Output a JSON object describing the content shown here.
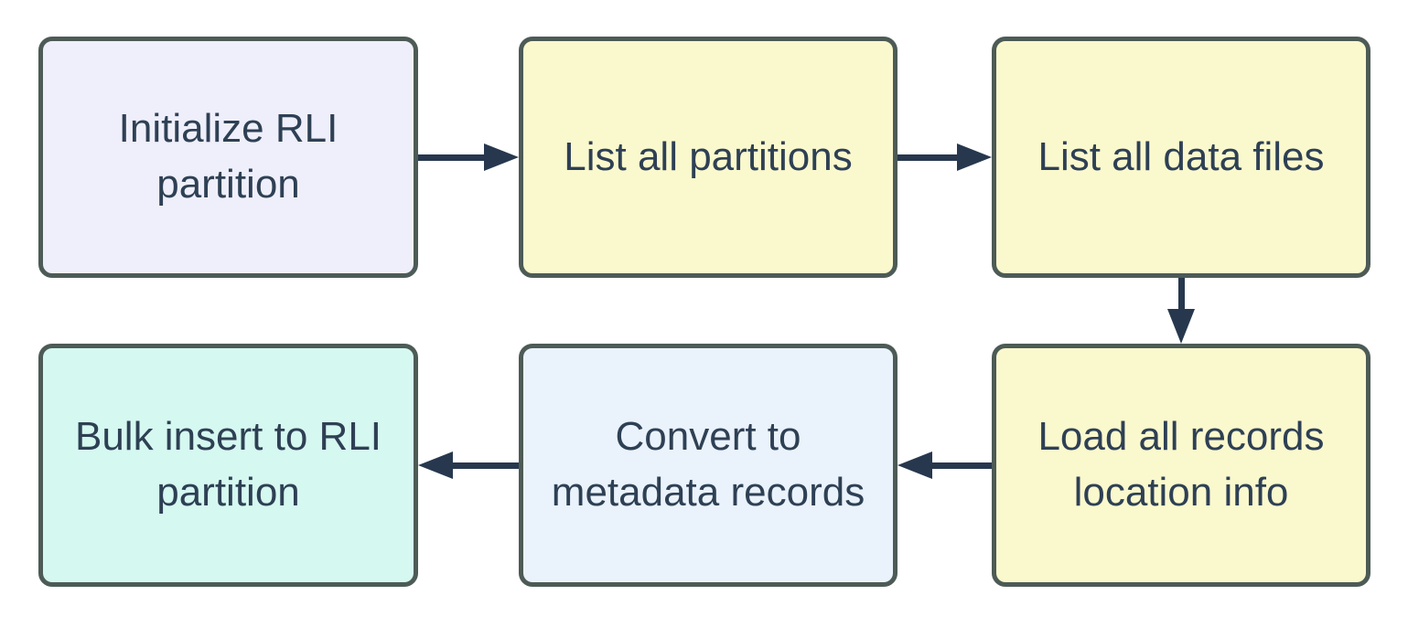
{
  "diagram": {
    "type": "flowchart",
    "colors": {
      "border": "#4D5B56",
      "arrow": "#27384E",
      "text": "#2E4054",
      "background": "#FFFFFF",
      "fill_lavender": "#EFEFFB",
      "fill_yellow": "#FAF8CD",
      "fill_blue": "#EAF2FB",
      "fill_mint": "#D5F8F0"
    },
    "nodes": [
      {
        "id": "initialize-rli-partition",
        "label": "Initialize RLI partition",
        "fill": "#EFEFFB"
      },
      {
        "id": "list-all-partitions",
        "label": "List all partitions",
        "fill": "#FAF8CD"
      },
      {
        "id": "list-all-data-files",
        "label": "List all data files",
        "fill": "#FAF8CD"
      },
      {
        "id": "load-all-records-location-info",
        "label": "Load all records location info",
        "fill": "#FAF8CD"
      },
      {
        "id": "convert-to-metadata-records",
        "label": "Convert to metadata records",
        "fill": "#EAF2FB"
      },
      {
        "id": "bulk-insert-to-rli-partition",
        "label": "Bulk insert to RLI partition",
        "fill": "#D5F8F0"
      }
    ],
    "edges": [
      {
        "from": "initialize-rli-partition",
        "to": "list-all-partitions",
        "direction": "right"
      },
      {
        "from": "list-all-partitions",
        "to": "list-all-data-files",
        "direction": "right"
      },
      {
        "from": "list-all-data-files",
        "to": "load-all-records-location-info",
        "direction": "down"
      },
      {
        "from": "load-all-records-location-info",
        "to": "convert-to-metadata-records",
        "direction": "left"
      },
      {
        "from": "convert-to-metadata-records",
        "to": "bulk-insert-to-rli-partition",
        "direction": "left"
      }
    ]
  }
}
